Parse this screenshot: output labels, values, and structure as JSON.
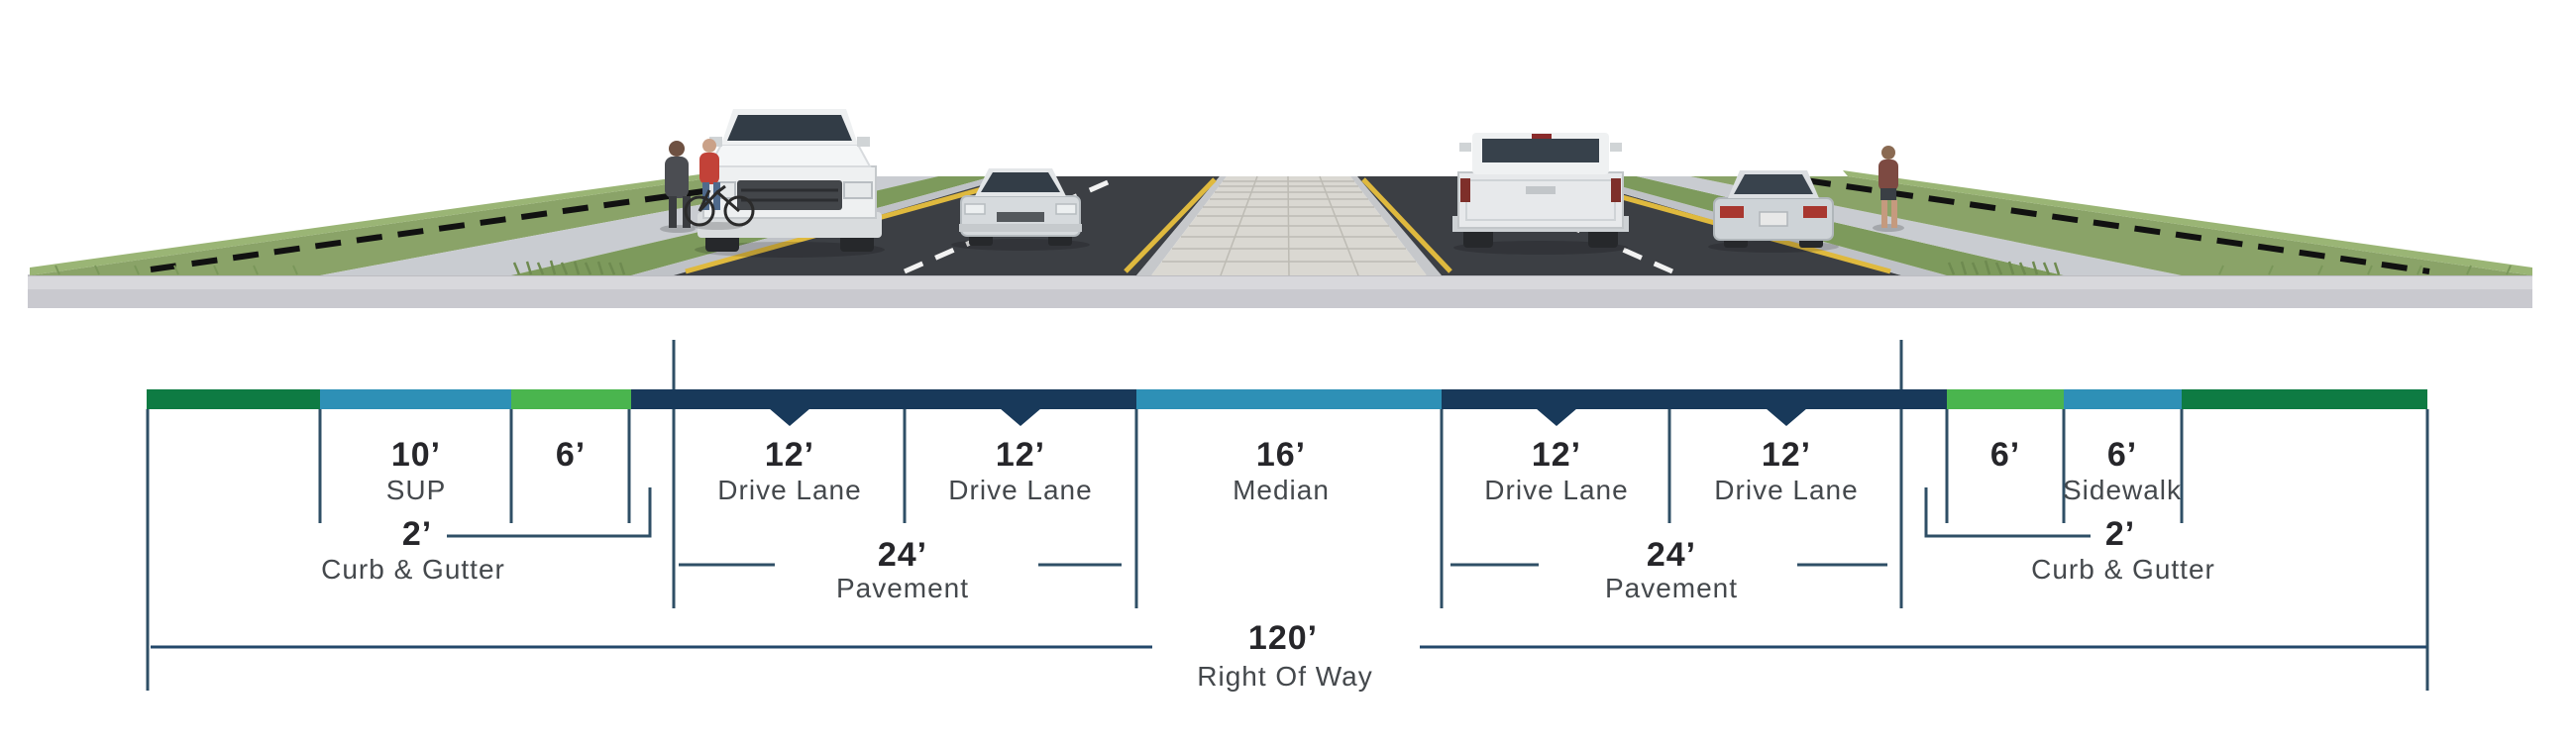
{
  "page": {
    "background": "#ffffff"
  },
  "colors": {
    "green_dark": "#0e7b43",
    "teal": "#2e90b6",
    "green_light": "#4ab54e",
    "navy": "#18395a",
    "dim_line": "#2f4f66",
    "value_text": "#26262a",
    "label_text": "#44484c",
    "road": "#3c3f44",
    "lane_yellow": "#dfb93e",
    "lane_white": "#f2f2f2",
    "grass": "#8aa368",
    "grass_tall": "#7d9a5c",
    "concrete": "#c9ccd1",
    "paver": "#dad8d2",
    "base": "#cbcbd1"
  },
  "dims": {
    "top": [
      {
        "value": "10’",
        "label": "SUP"
      },
      {
        "value": "6’",
        "label": ""
      },
      {
        "value": "12’",
        "label": "Drive Lane"
      },
      {
        "value": "12’",
        "label": "Drive Lane"
      },
      {
        "value": "16’",
        "label": "Median"
      },
      {
        "value": "12’",
        "label": "Drive Lane"
      },
      {
        "value": "12’",
        "label": "Drive Lane"
      },
      {
        "value": "6’",
        "label": ""
      },
      {
        "value": "6’",
        "label": "Sidewalk"
      }
    ],
    "curb_left": {
      "value": "2’",
      "label": "Curb & Gutter"
    },
    "curb_right": {
      "value": "2’",
      "label": "Curb & Gutter"
    },
    "pavement_left": {
      "value": "24’",
      "label": "Pavement"
    },
    "pavement_right": {
      "value": "24’",
      "label": "Pavement"
    },
    "row": {
      "value": "120’",
      "label": "Right Of Way"
    }
  },
  "segments": [
    {
      "name": "buffer-left",
      "color_key": "green_dark"
    },
    {
      "name": "shared-use-path",
      "color_key": "teal"
    },
    {
      "name": "verge-left",
      "color_key": "green_light"
    },
    {
      "name": "roadway-left",
      "color_key": "navy"
    },
    {
      "name": "median",
      "color_key": "teal"
    },
    {
      "name": "roadway-right",
      "color_key": "navy"
    },
    {
      "name": "verge-right",
      "color_key": "green_light"
    },
    {
      "name": "sidewalk",
      "color_key": "teal"
    },
    {
      "name": "buffer-right",
      "color_key": "green_dark"
    }
  ],
  "scene": {
    "description": "3D cross-section render of a divided roadway",
    "elements": [
      "grass buffer",
      "shared use path",
      "pickup truck",
      "sedan",
      "paver median",
      "pedestrian",
      "cyclist",
      "jogger",
      "sidewalk",
      "curb"
    ]
  }
}
